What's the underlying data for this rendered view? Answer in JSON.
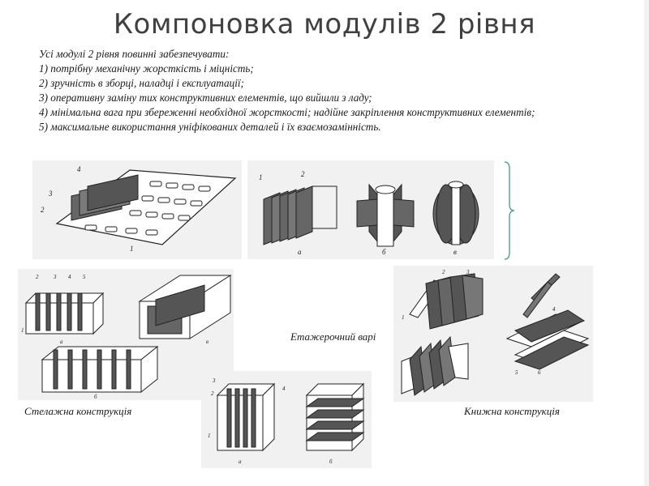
{
  "slide": {
    "title": "Компоновка модулів 2 рівня",
    "intro": "Усі модулі 2 рівня повинні забезпечувати:",
    "items": [
      "1) потрібну механічну жорсткість і міцність;",
      "2) зручність в зборці, наладці і експлуатації;",
      "3) оперативну заміну тих конструктивних елементів, що вийшли з ладу;",
      "4) мінімальна вага при збереженні необхідної жорсткості; надійне закріплення конструктивних елементів;",
      "5) максимальне використання уніфікованих деталей і їх взаємозамінність."
    ]
  },
  "figures": {
    "board_labels": [
      "1",
      "2",
      "3",
      "4"
    ],
    "fan_labels": [
      "1",
      "2",
      "а",
      "б",
      "в"
    ],
    "rack_labels": [
      "1",
      "2",
      "3",
      "4",
      "5",
      "а",
      "б",
      "в"
    ],
    "book_labels": [
      "1",
      "2",
      "3",
      "4",
      "5",
      "6"
    ],
    "stack_labels": [
      "1",
      "2",
      "3",
      "4",
      "а",
      "б"
    ]
  },
  "captions": {
    "shelf": "Стелажна конструкція",
    "tier": "Етажерочний варі",
    "book": "Книжна конструкція"
  },
  "colors": {
    "title": "#404040",
    "figure_bg": "#f1f1f1",
    "bracket": "#5aa59a",
    "plate": "#555555"
  }
}
